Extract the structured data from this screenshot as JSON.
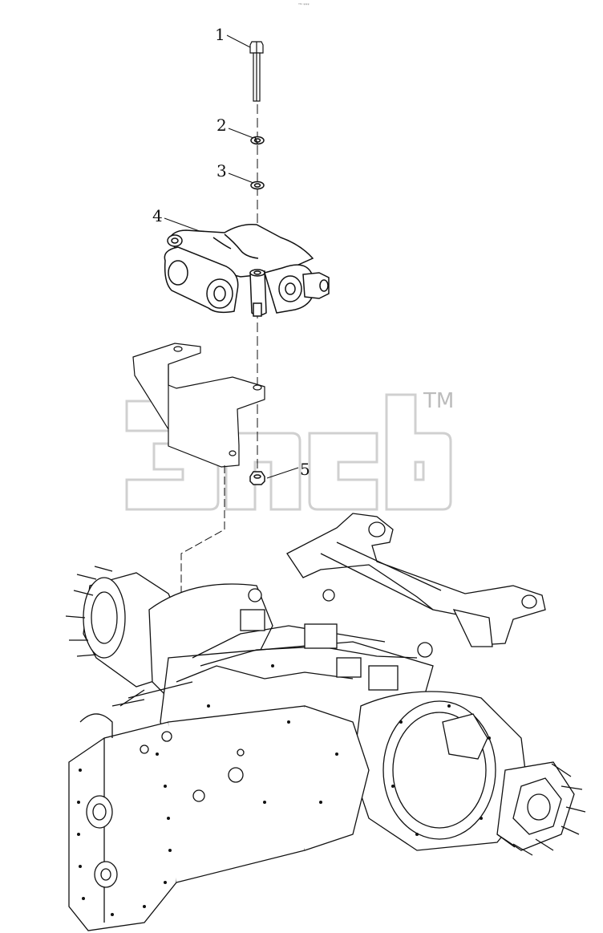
{
  "top_mark": "ᵀᴹ ***",
  "callouts": [
    {
      "id": "1",
      "label": "1"
    },
    {
      "id": "2",
      "label": "2"
    },
    {
      "id": "3",
      "label": "3"
    },
    {
      "id": "4",
      "label": "4"
    },
    {
      "id": "5",
      "label": "5"
    }
  ],
  "watermark": {
    "text": "ЭПСБ",
    "trademark": "TM",
    "color": "#d4d4d4"
  },
  "colors": {
    "line": "#111111",
    "background": "#ffffff"
  }
}
